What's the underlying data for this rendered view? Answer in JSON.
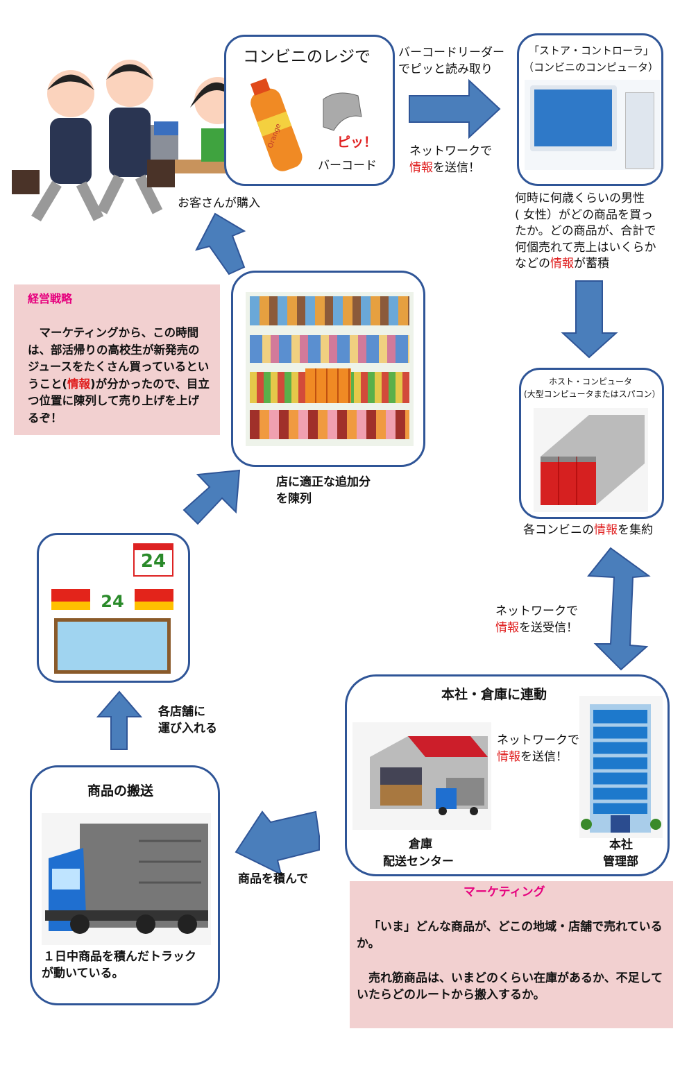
{
  "register": {
    "title": "コンビニのレジで",
    "beep": "ピッ！",
    "barcode_label": "バーコード",
    "bottle_label": "Orange"
  },
  "reader_text": [
    "バーコードリーダー",
    "でピッと読み取り"
  ],
  "network_send_1": {
    "line1": "ネットワークで",
    "highlight": "情報",
    "rest": "を送信！"
  },
  "store_controller": {
    "line1": "「ストア・コントローラ」",
    "line2": "（コンビニのコンピュータ）"
  },
  "accumulation_text": {
    "lines": [
      "何時に何歳くらいの男性",
      "( 女性）がどの商品を買っ",
      "たか。どの商品が、合計で",
      "何個売れて売上はいくらか"
    ],
    "last_pre": "などの",
    "highlight": "情報",
    "last_post": "が蓄積"
  },
  "host": {
    "line1": "ホスト・コンピュータ",
    "line2": "(大型コンピュータまたはスパコン）",
    "caption_pre": "各コンビニの",
    "highlight": "情報",
    "caption_post": "を集約"
  },
  "network_sendrecv": {
    "line1": "ネットワークで",
    "highlight": "情報",
    "rest": "を送受信！"
  },
  "hq": {
    "title": "本社・倉庫に連動",
    "network_line1": "ネットワークで",
    "highlight": "情報",
    "network_rest": "を送信！",
    "warehouse_label": [
      "倉庫",
      "配送センター"
    ],
    "hq_label": [
      "本社",
      "管理部"
    ]
  },
  "marketing": {
    "title": "マーケティング",
    "para1": "「いま」どんな商品が、どこの地域・店舗で売れているか。",
    "para2": "売れ筋商品は、いまどのくらい在庫があるか、不足していたらどのルートから搬入するか。"
  },
  "loading_text": "商品を積んで",
  "delivery": {
    "title": "商品の搬送",
    "caption": [
      "１日中商品を積んだトラック",
      "が動いている。"
    ]
  },
  "carry_text": [
    "各店舗に",
    "運び入れる"
  ],
  "store_sign": "24",
  "shelf_caption": [
    "店に適正な追加分",
    "を陳列"
  ],
  "strategy": {
    "title": "経営戦略",
    "pre": "　マーケティングから、この時間は、部活帰りの高校生が新発売のジュースをたくさん買っているということ(",
    "highlight": "情報",
    "post": ")が分かったので、目立つ位置に陳列して売り上げを上げるぞ！"
  },
  "customer_text": "お客さんが購入",
  "colors": {
    "border": "#2f5597",
    "arrow": "#4a7ebb",
    "highlight": "#e02020",
    "marketing_title": "#e6007e",
    "pink_bg": "#f2d0d0"
  }
}
